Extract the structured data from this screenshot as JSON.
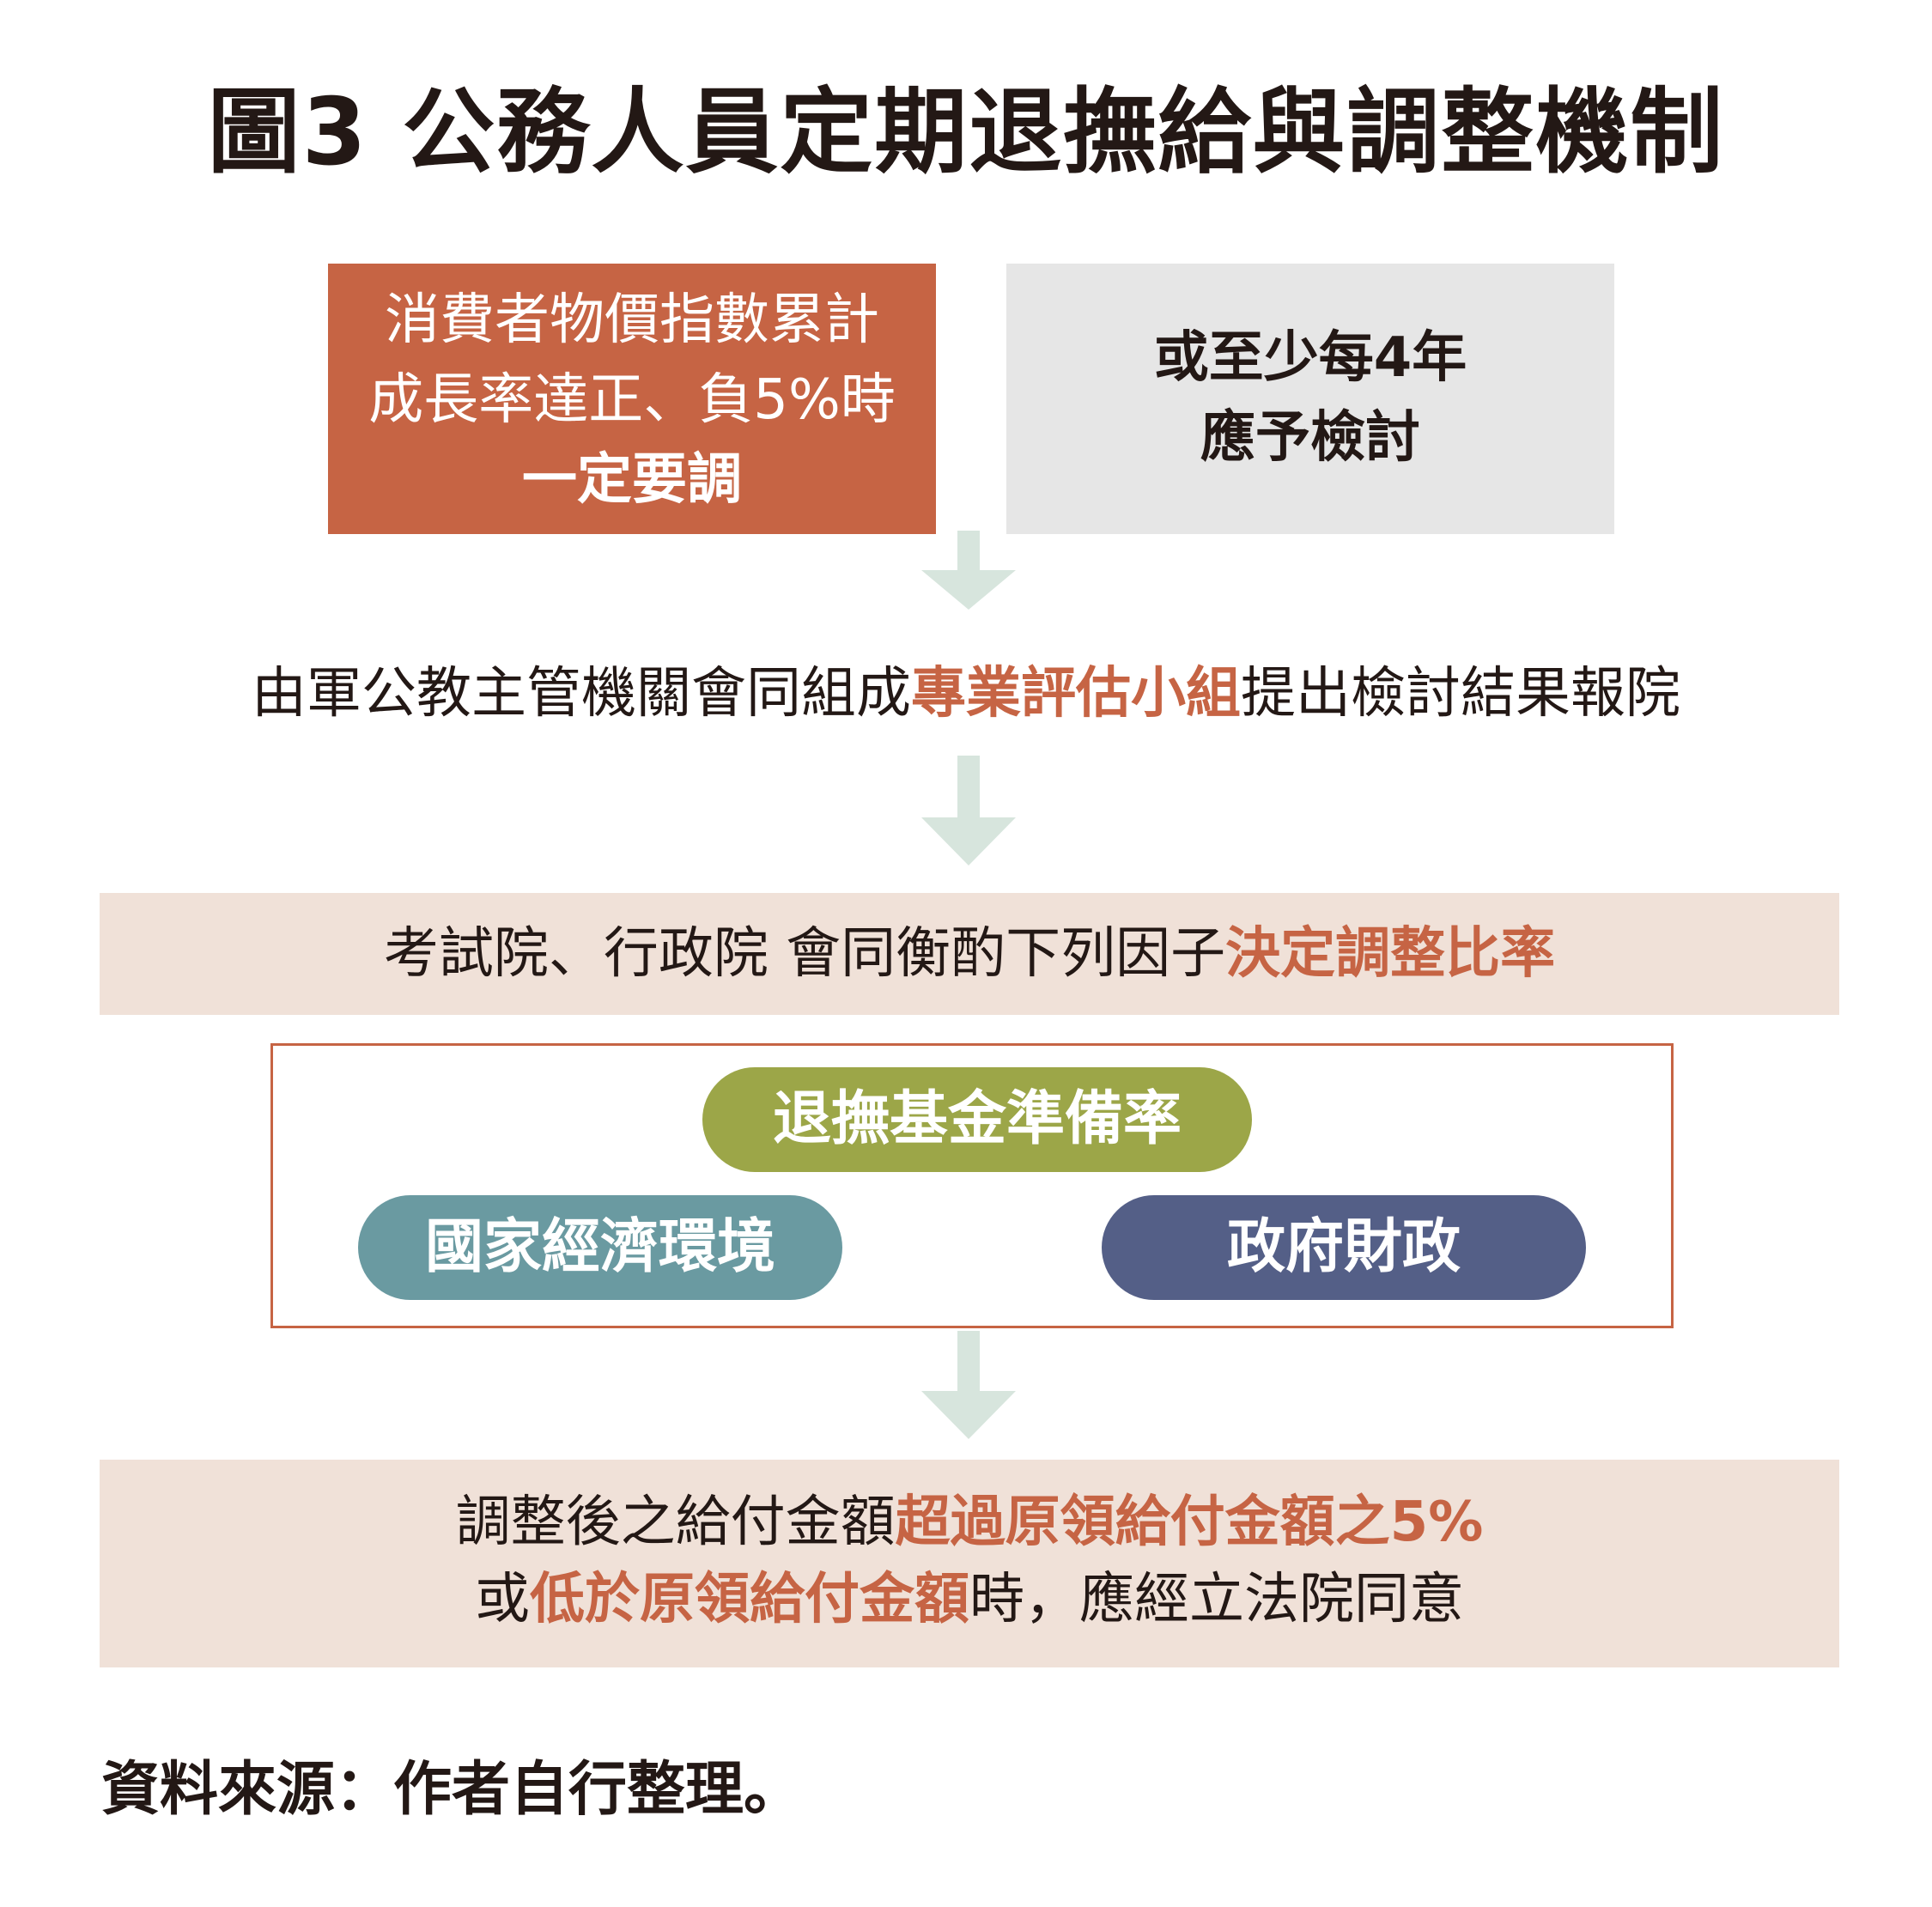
{
  "title": "圖3 公務人員定期退撫給與調整機制",
  "trigger_cpi": {
    "line1": "消費者物價指數累計",
    "line2": "成長率達正、負5%時",
    "line3": "一定要調"
  },
  "trigger_review": {
    "line1": "或至少每4年",
    "line2": "應予檢討"
  },
  "step_panel": {
    "prefix": "由軍公教主管機關會同組成",
    "highlight": "專業評估小組",
    "suffix": "提出檢討結果報院"
  },
  "step_decide": {
    "prefix": "考試院、行政院 會同衡酌下列因子",
    "highlight": "決定調整比率"
  },
  "factors": {
    "fund": "退撫基金準備率",
    "economy": "國家經濟環境",
    "finance": "政府財政"
  },
  "step_legislature": {
    "line1_prefix": "調整後之給付金額",
    "line1_highlight": "超過原領給付金額之5%",
    "line2_prefix": "或",
    "line2_highlight": "低於原領給付金額",
    "line2_suffix": "時，應經立法院同意"
  },
  "source": "資料來源：作者自行整理。",
  "colors": {
    "accent": "#c66444",
    "gray_box": "#e6e6e6",
    "band": "#f0e1d8",
    "arrow": "#d7e5dd",
    "fund_pill": "#9ca648",
    "economy_pill": "#6a9aa1",
    "finance_pill": "#545f87"
  }
}
